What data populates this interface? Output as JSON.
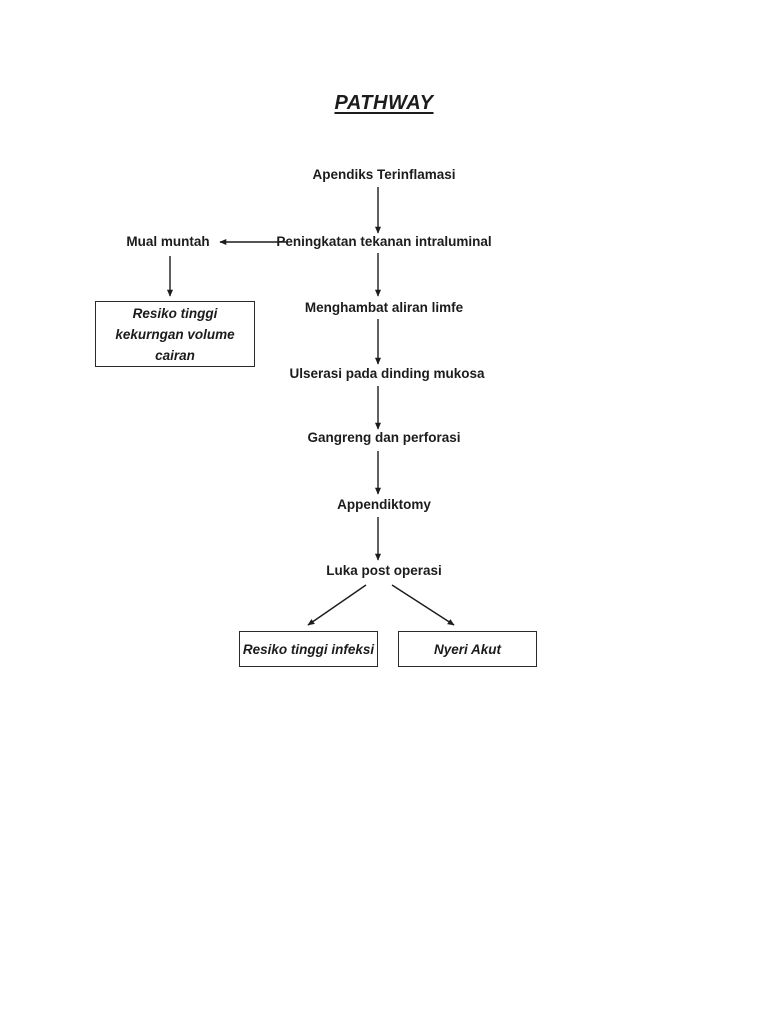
{
  "diagram": {
    "title": "PATHWAY",
    "nodes": {
      "apendiks": "Apendiks Terinflamasi",
      "peningkatan": "Peningkatan tekanan intraluminal",
      "mual_muntah": "Mual muntah",
      "menghambat": "Menghambat aliran limfe",
      "ulserasi": "Ulserasi pada dinding mukosa",
      "gangreng": "Gangreng dan perforasi",
      "appendiktomy": "Appendiktomy",
      "luka_post_operasi": "Luka post operasi"
    },
    "outcome_boxes": {
      "resiko_volume": "Resiko tinggi\nkekurngan volume\ncairan",
      "resiko_infeksi": "Resiko tinggi infeksi",
      "nyeri_akut": "Nyeri Akut"
    },
    "edges": [
      {
        "from": "apendiks",
        "to": "peningkatan"
      },
      {
        "from": "peningkatan",
        "to": "mual_muntah"
      },
      {
        "from": "mual_muntah",
        "to": "resiko_volume"
      },
      {
        "from": "peningkatan",
        "to": "menghambat"
      },
      {
        "from": "menghambat",
        "to": "ulserasi"
      },
      {
        "from": "ulserasi",
        "to": "gangreng"
      },
      {
        "from": "gangreng",
        "to": "appendiktomy"
      },
      {
        "from": "appendiktomy",
        "to": "luka_post_operasi"
      },
      {
        "from": "luka_post_operasi",
        "to": "resiko_infeksi"
      },
      {
        "from": "luka_post_operasi",
        "to": "nyeri_akut"
      }
    ],
    "colors": {
      "background": "#ffffff",
      "text": "#1c1c1c",
      "line": "#1c1c1c",
      "box_border": "#2a2a2a"
    }
  }
}
